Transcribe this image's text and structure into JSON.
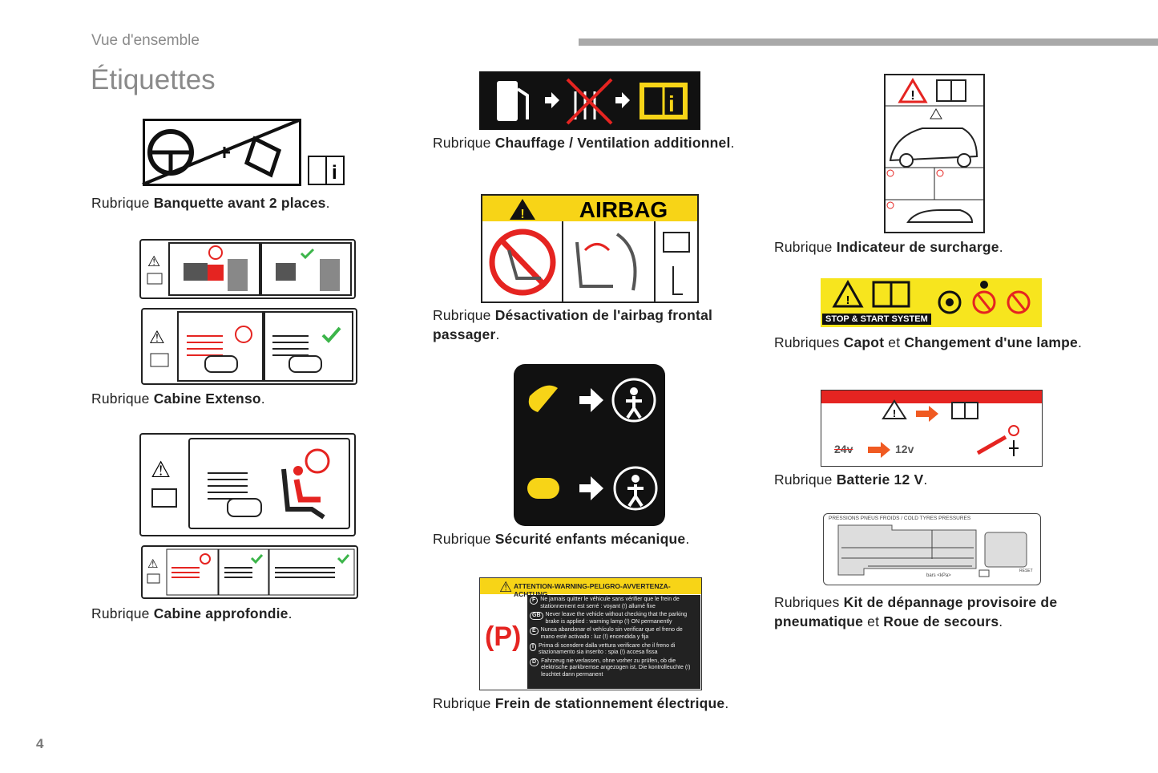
{
  "header": {
    "section": "Vue d'ensemble",
    "title": "Étiquettes",
    "page_number": "4"
  },
  "captions": {
    "banquette": [
      "Rubrique ",
      "Banquette avant 2 places",
      "."
    ],
    "extenso": [
      "Rubrique ",
      "Cabine Extenso",
      "."
    ],
    "approfondie": [
      "Rubrique ",
      "Cabine approfondie",
      "."
    ],
    "chauffage": [
      "Rubrique ",
      "Chauffage / Ventilation additionnel",
      "."
    ],
    "airbag": [
      "Rubrique ",
      "Désactivation de l'airbag frontal passager",
      "."
    ],
    "securite": [
      "Rubrique ",
      "Sécurité enfants mécanique",
      "."
    ],
    "frein": [
      "Rubrique ",
      "Frein de stationnement électrique",
      "."
    ],
    "surcharge": [
      "Rubrique ",
      "Indicateur de surcharge",
      "."
    ],
    "capot": [
      "Rubriques ",
      "Capot",
      " et ",
      "Changement d'une lampe",
      "."
    ],
    "batterie": [
      "Rubrique ",
      "Batterie 12 V",
      "."
    ],
    "pneus": [
      "Rubriques ",
      "Kit de dépannage provisoire de pneumatique",
      " et ",
      "Roue de secours",
      "."
    ]
  },
  "labels": {
    "airbag_title": "AIRBAG",
    "stop_start": "STOP & START SYSTEM",
    "battery_old": "24v",
    "battery_new": "12v",
    "frein_header": "ATTENTION-WARNING-PELIGRO-AVVERTENZA-ACHTUNG",
    "frein_lines": [
      {
        "code": "F",
        "text": "Ne jamais quitter le véhicule sans vérifier que le frein de stationnement est serré : voyant (!) allumé fixe"
      },
      {
        "code": "GB",
        "text": "Never leave the vehicle without checking that the parking brake is applied : warning lamp (!) ON permanently"
      },
      {
        "code": "E",
        "text": "Nunca abandonar el vehículo sin verificar que el freno de mano esté activado : luz (!) encendida y fija"
      },
      {
        "code": "I",
        "text": "Prima di scendere dalla vettura verificare che il freno di stazionamento sia inserito : spia (!) accesa fissa"
      },
      {
        "code": "D",
        "text": "Fahrzeug nie verlassen, ohne vorher zu prüfen, ob die elektrische parkbremse angezogen ist. Die kontrolleuchte (!) leuchtet dann permanent"
      }
    ],
    "tyre_title": "PRESSIONS PNEUS FROIDS / COLD TYRES PRESSURES",
    "tyre_units": "bars   <kPa>",
    "tyre_reset": "RESET"
  },
  "colors": {
    "yellow": "#f7d417",
    "red": "#e52421",
    "green": "#3cb54a",
    "orange": "#f05a22"
  }
}
